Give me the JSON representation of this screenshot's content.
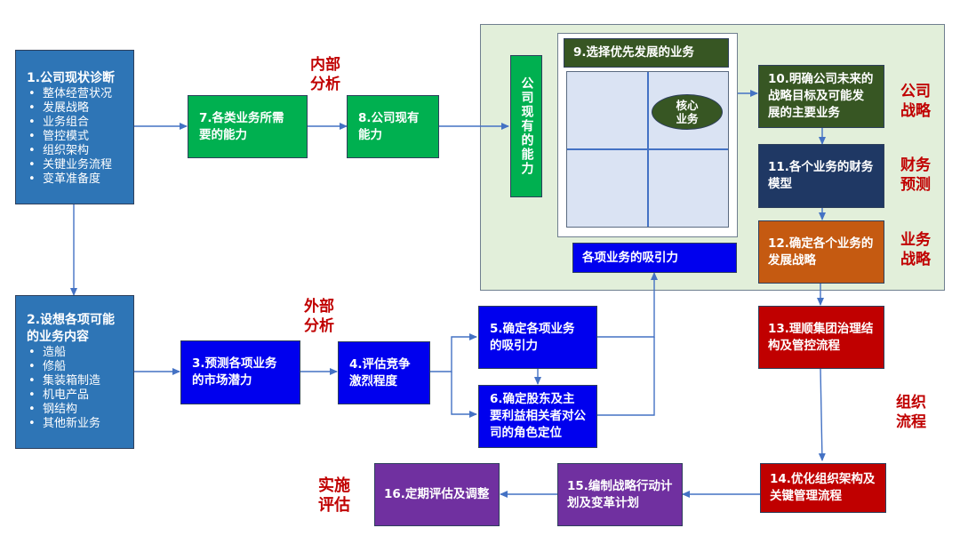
{
  "colors": {
    "steel_blue": "#2e75b6",
    "green": "#00b050",
    "dark_olive": "#375623",
    "navy": "#1f3864",
    "orange": "#c55a11",
    "blue": "#0000ee",
    "red": "#c00000",
    "purple": "#7030a0",
    "panel_bg": "#e2efda",
    "grid_bg": "#dae3f3",
    "arrow": "#4472c4",
    "label_red": "#c00000"
  },
  "labels": {
    "internal": "内部\n分析",
    "external": "外部\n分析",
    "corporate": "公司\n战略",
    "finance": "财务\n预测",
    "business": "业务\n战略",
    "organization": "组织\n流程",
    "implementation": "实施\n评估"
  },
  "steps": {
    "s1": {
      "title": "1.公司现状诊断",
      "items": [
        "整体经营状况",
        "发展战略",
        "业务组合",
        "管控模式",
        "组织架构",
        "关键业务流程",
        "变革准备度"
      ]
    },
    "s2": {
      "title": "2.设想各项可能的业务内容",
      "items": [
        "造船",
        "修船",
        "集装箱制造",
        "机电产品",
        "钢结构",
        "其他新业务"
      ]
    },
    "s3": {
      "title": "3.预测各项业务的市场潜力"
    },
    "s4": {
      "title": "4.评估竞争激烈程度"
    },
    "s5": {
      "title": "5.确定各项业务的吸引力"
    },
    "s6": {
      "title": "6.确定股东及主要利益相关者对公司的角色定位"
    },
    "s7": {
      "title": "7.各类业务所需要的能力"
    },
    "s8": {
      "title": "8.公司现有能力"
    },
    "s9": {
      "title": "9.选择优先发展的业务",
      "core": "核心\n业务",
      "y_axis": "公司现有的能力",
      "x_axis": "各项业务的吸引力"
    },
    "s10": {
      "title": "10.明确公司未来的战略目标及可能发展的主要业务"
    },
    "s11": {
      "title": "11.各个业务的财务模型"
    },
    "s12": {
      "title": "12.确定各个业务的发展战略"
    },
    "s13": {
      "title": "13.理顺集团治理结构及管控流程"
    },
    "s14": {
      "title": "14.优化组织架构及关键管理流程"
    },
    "s15": {
      "title": "15.编制战略行动计划及变革计划"
    },
    "s16": {
      "title": "16.定期评估及调整"
    }
  }
}
